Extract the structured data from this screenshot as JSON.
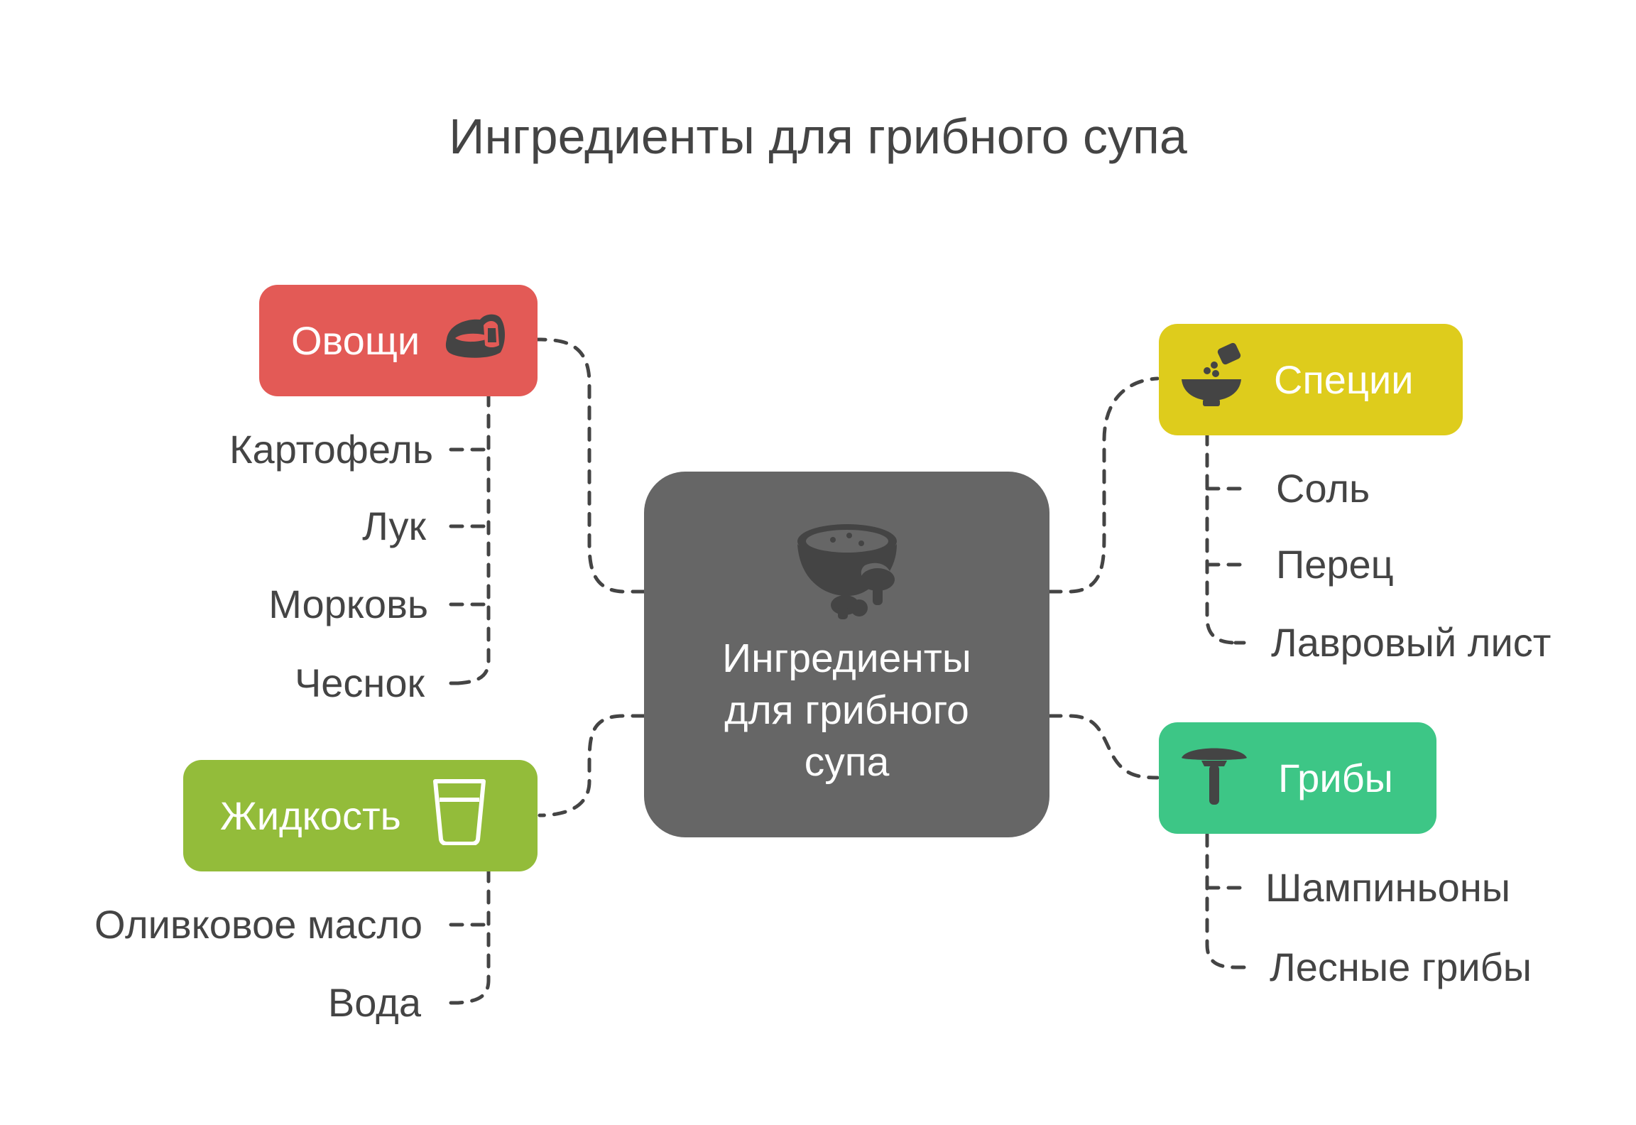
{
  "title": "Ингредиенты для грибного супа",
  "center": {
    "label": "Ингредиенты для грибного супа",
    "icon": "mushroom-soup-bowl-icon",
    "color": "#666666"
  },
  "categories": {
    "vegetables": {
      "label": "Овощи",
      "icon": "vegetables-icon",
      "color": "#E35A56",
      "items": [
        "Картофель",
        "Лук",
        "Морковь",
        "Чеснок"
      ]
    },
    "liquid": {
      "label": "Жидкость",
      "icon": "glass-icon",
      "color": "#93BC3A",
      "items": [
        "Оливковое масло",
        "Вода"
      ]
    },
    "spices": {
      "label": "Специи",
      "icon": "spice-bowl-icon",
      "color": "#DECC1C",
      "items": [
        "Соль",
        "Перец",
        "Лавровый лист"
      ]
    },
    "mushrooms": {
      "label": "Грибы",
      "icon": "mushroom-icon",
      "color": "#3DC686",
      "items": [
        "Шампиньоны",
        "Лесные грибы"
      ]
    }
  },
  "connector_color": "#444444"
}
